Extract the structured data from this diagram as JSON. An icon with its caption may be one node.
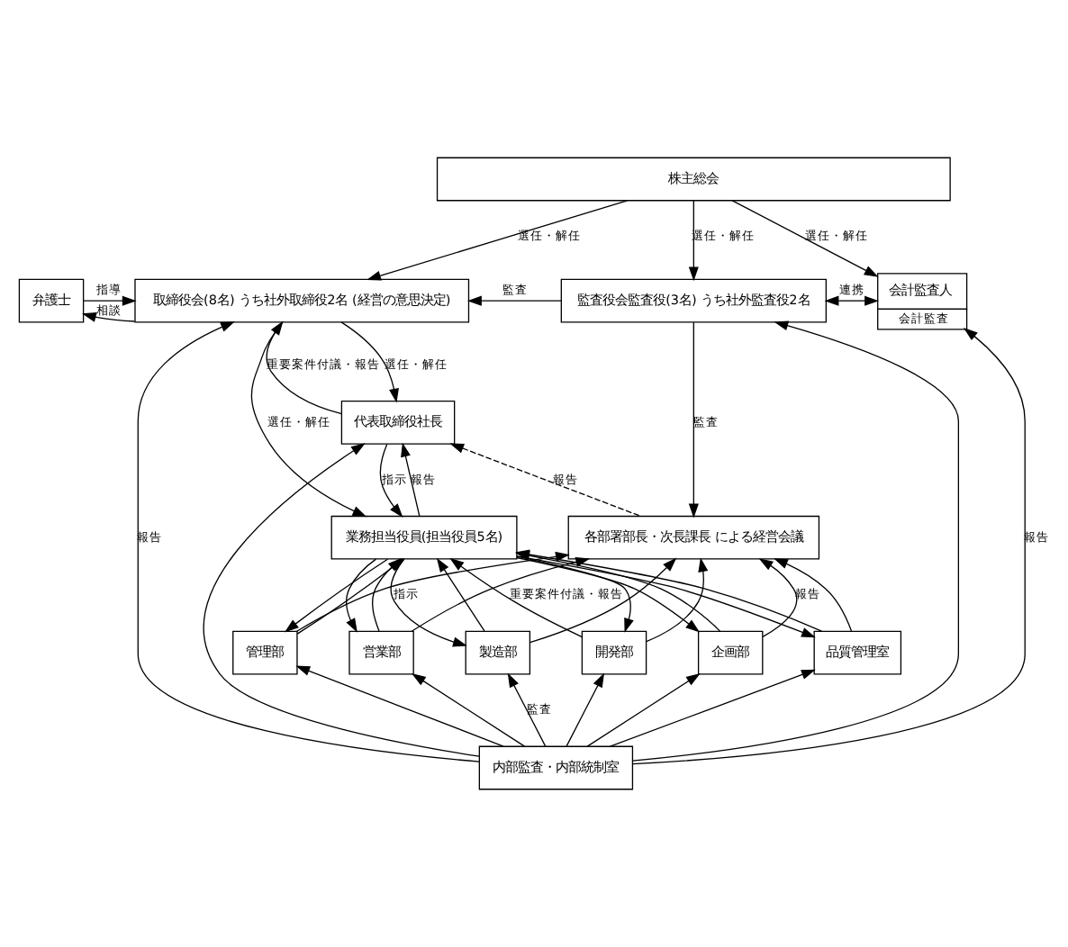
{
  "diagram": {
    "nodes": [
      {
        "text": [
          "株主総会"
        ]
      },
      {
        "text": [
          "取締役会(8名) うち社外取締役2名 (経営の意思決定)"
        ]
      },
      {
        "text": [
          "監査役会監査役(3名) うち社外監査役2名"
        ]
      },
      {
        "text": [
          "会計監査人"
        ],
        "beside": [
          "会計監査"
        ]
      },
      {
        "text": [
          "弁護士"
        ]
      },
      {
        "text": [
          "代表取締役社長"
        ]
      },
      {
        "text": [
          "業務担当役員(担当役員5名)"
        ]
      },
      {
        "text": [
          "各部署部長・次長課長 による経営会議"
        ]
      },
      {
        "text": [
          "管理部"
        ]
      },
      {
        "text": [
          "営業部"
        ]
      },
      {
        "text": [
          "製造部"
        ]
      },
      {
        "text": [
          "開発部"
        ]
      },
      {
        "text": [
          "企画部"
        ]
      },
      {
        "text": [
          "品質管理室"
        ]
      },
      {
        "text": [
          "内部監査・内部統制室"
        ]
      }
    ],
    "edges": [
      {
        "from": 0,
        "to": 1,
        "arrow": "to",
        "label": "選任・解任"
      },
      {
        "from": 0,
        "to": 2,
        "arrow": "to",
        "label": "選任・解任"
      },
      {
        "from": 0,
        "to": 3,
        "arrow": "to",
        "label": "選任・解任"
      },
      {
        "from": 4,
        "to": 1,
        "arrow": "to",
        "label": "指導"
      },
      {
        "from": 1,
        "to": 4,
        "arrow": "to",
        "label": "相談"
      },
      {
        "from": 2,
        "to": 1,
        "arrow": "to",
        "label": "監査"
      },
      {
        "from": 2,
        "to": 3,
        "arrow": "both",
        "label": "連携"
      },
      {
        "from": 1,
        "to": 5,
        "arrow": "to",
        "label": "選任・解任"
      },
      {
        "from": 5,
        "to": 1,
        "arrow": "to",
        "label": "重要案件付議・報告"
      },
      {
        "from": 1,
        "to": 6,
        "arrow": "to",
        "label": "選任・解任"
      },
      {
        "from": 2,
        "to": 7,
        "arrow": "to",
        "label": "監査"
      },
      {
        "from": 5,
        "to": 6,
        "arrow": "to",
        "label": "指示"
      },
      {
        "from": 6,
        "to": 5,
        "arrow": "to",
        "label": "報告"
      },
      {
        "from": 7,
        "to": 5,
        "arrow": "to",
        "label": "報告",
        "style": "dashed"
      },
      {
        "from": 6,
        "to": 8,
        "arrow": "to"
      },
      {
        "from": 6,
        "to": 9,
        "arrow": "to"
      },
      {
        "from": 6,
        "to": 10,
        "arrow": "to",
        "label": "指示"
      },
      {
        "from": 6,
        "to": 11,
        "arrow": "to"
      },
      {
        "from": 6,
        "to": 12,
        "arrow": "to"
      },
      {
        "from": 6,
        "to": 13,
        "arrow": "to"
      },
      {
        "from": 8,
        "to": 6,
        "arrow": "to"
      },
      {
        "from": 9,
        "to": 6,
        "arrow": "to"
      },
      {
        "from": 10,
        "to": 6,
        "arrow": "to"
      },
      {
        "from": 11,
        "to": 6,
        "arrow": "to",
        "label": "重要案件付議・報告"
      },
      {
        "from": 12,
        "to": 6,
        "arrow": "to"
      },
      {
        "from": 13,
        "to": 6,
        "arrow": "to"
      },
      {
        "from": 8,
        "to": 7,
        "arrow": "to"
      },
      {
        "from": 9,
        "to": 7,
        "arrow": "to"
      },
      {
        "from": 10,
        "to": 7,
        "arrow": "to"
      },
      {
        "from": 11,
        "to": 7,
        "arrow": "to"
      },
      {
        "from": 12,
        "to": 7,
        "arrow": "to",
        "label": "報告"
      },
      {
        "from": 13,
        "to": 7,
        "arrow": "to"
      },
      {
        "from": 14,
        "to": 8,
        "arrow": "to"
      },
      {
        "from": 14,
        "to": 9,
        "arrow": "to"
      },
      {
        "from": 14,
        "to": 10,
        "arrow": "to",
        "label": "監査"
      },
      {
        "from": 14,
        "to": 11,
        "arrow": "to"
      },
      {
        "from": 14,
        "to": 12,
        "arrow": "to"
      },
      {
        "from": 14,
        "to": 13,
        "arrow": "to"
      },
      {
        "from": 14,
        "to": 1,
        "arrow": "to",
        "label": "報告"
      },
      {
        "from": 14,
        "to": 5,
        "arrow": "to"
      },
      {
        "from": 14,
        "to": 2,
        "arrow": "to"
      },
      {
        "from": 14,
        "to": 3,
        "arrow": "to",
        "label": "報告"
      }
    ]
  }
}
